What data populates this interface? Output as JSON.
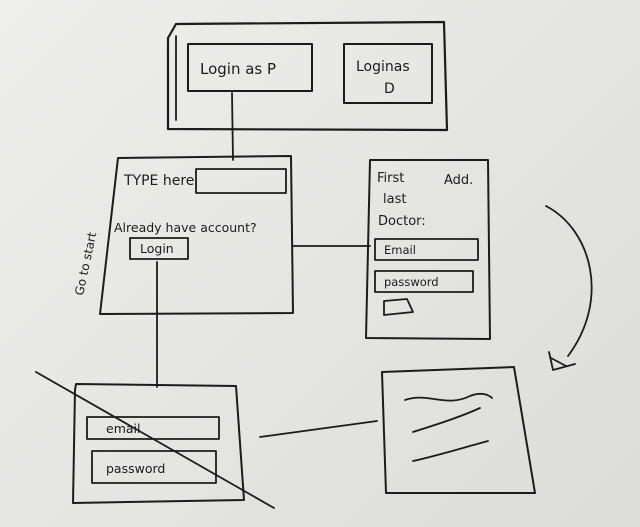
{
  "top_box": {
    "login_p_label": "Login as P",
    "login_d_line1": "Loginas",
    "login_d_line2": "D"
  },
  "type_box": {
    "type_here_label": "TYPE here",
    "already_have_account": "Already have account?",
    "login_label": "Login",
    "side_note": "Go to start"
  },
  "doctor_form": {
    "first_label": "First",
    "add_label": "Add.",
    "last_label": "last",
    "doctor_label": "Doctor:",
    "email_label": "Email",
    "password_label": "password"
  },
  "login_form": {
    "email_label": "email",
    "password_label": "password"
  },
  "colors": {
    "ink": "#1c1c1c",
    "paper": "#e9e9e6"
  }
}
